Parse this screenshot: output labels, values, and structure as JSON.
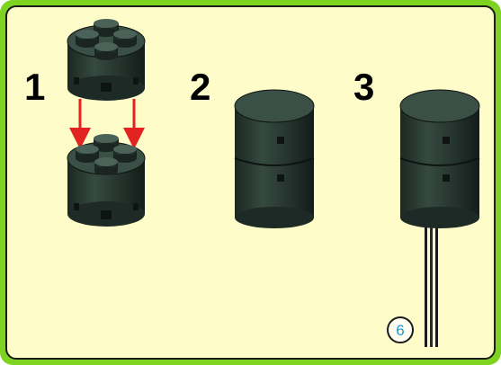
{
  "steps": [
    {
      "number": "1"
    },
    {
      "number": "2"
    },
    {
      "number": "3"
    }
  ],
  "part_count": "6",
  "colors": {
    "frame": "#7ed321",
    "background": "#fefcc8",
    "brick": "#2a3a33",
    "arrow": "#e32222",
    "badge_text": "#1a9ad6"
  }
}
